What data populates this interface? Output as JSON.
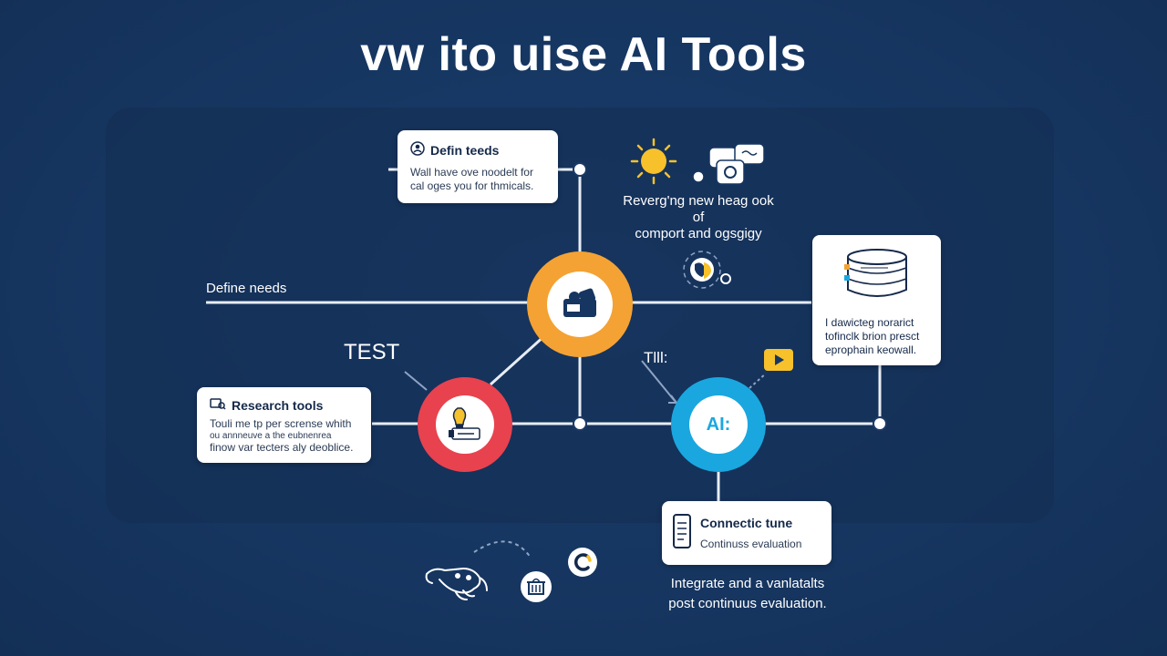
{
  "title": "vw ito uise AI Tools",
  "cards": {
    "define": {
      "heading": "Defin teeds",
      "body_line1": "Wall have ove noodelt for",
      "body_line2": "cal oges you for thmicals."
    },
    "research": {
      "heading": "Research tools",
      "body_line1": "Touli me tp per scrense whith",
      "body_line2": "ou annneuve a the eubnenrea",
      "body_line3": "finow var tecters aly deoblice."
    },
    "right": {
      "body_line1": "I dawicteg norarict",
      "body_line2": "tofinclk brion presct",
      "body_line3": "eprophain keowall."
    },
    "connect": {
      "heading": "Connectic tune",
      "subheading": "Continuss evaluation"
    }
  },
  "labels": {
    "define_needs": "Define needs",
    "test": "TEST",
    "til": "Tlll:",
    "ai_badge": "AI:",
    "reverg_line1": "Reverg'ng new heag ook of",
    "reverg_line2": "comport and ogsgigy",
    "integrate_line1": "Integrate and a vanlatalts",
    "integrate_line2": "post continuus evaluation."
  },
  "colors": {
    "background": "#163661",
    "orange": "#f4a233",
    "red": "#e8424f",
    "blue": "#1aa7e0",
    "yellow": "#f6c12b",
    "line": "#e8edf5"
  },
  "icons": [
    "sun-icon",
    "chat-bubbles-icon",
    "globe-icon",
    "database-icon",
    "play-icon",
    "handshake-icon",
    "basket-icon",
    "c-badge-icon",
    "lightbulb-icon",
    "person-icon",
    "phone-icon"
  ]
}
